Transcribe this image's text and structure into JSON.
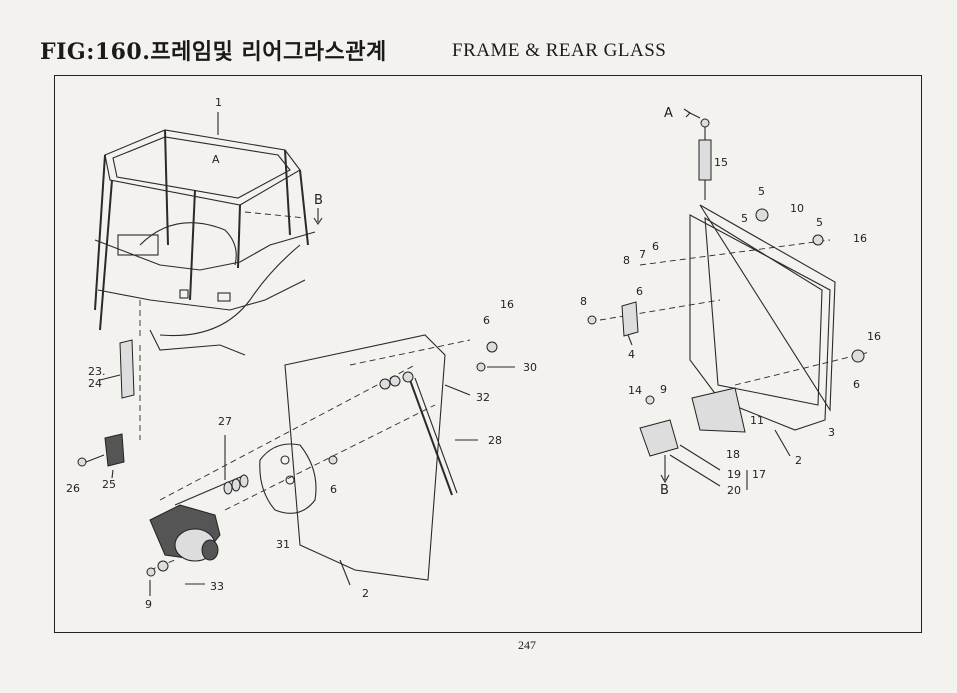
{
  "header": {
    "fig_title": "FIG:160.프레임및 리어그라스관계",
    "en_title": "FRAME & REAR GLASS"
  },
  "footer": {
    "page_number": "247"
  },
  "callouts": {
    "c1": "1",
    "cA1": "A",
    "cB1": "B",
    "c23_24": "23.\n24",
    "c25": "25",
    "c26": "26",
    "c27": "27",
    "c6a": "6",
    "c31": "31",
    "c33": "33",
    "c9a": "9",
    "c2a": "2",
    "c28": "28",
    "c32": "32",
    "c30": "30",
    "c6b": "6",
    "c16a": "16",
    "cA2": "A",
    "c15": "15",
    "c5a": "5",
    "c10": "10",
    "c5b": "5",
    "c5c": "5",
    "c16b": "16",
    "c8a": "8",
    "c7": "7",
    "c6c": "6",
    "c8b": "8",
    "c6d": "6",
    "c4": "4",
    "c16c": "16",
    "c6e": "6",
    "c14": "14",
    "c9b": "9",
    "c11": "11",
    "c3": "3",
    "c2b": "2",
    "c18": "18",
    "c19": "19",
    "c17": "17",
    "c20": "20",
    "cB2": "B"
  }
}
